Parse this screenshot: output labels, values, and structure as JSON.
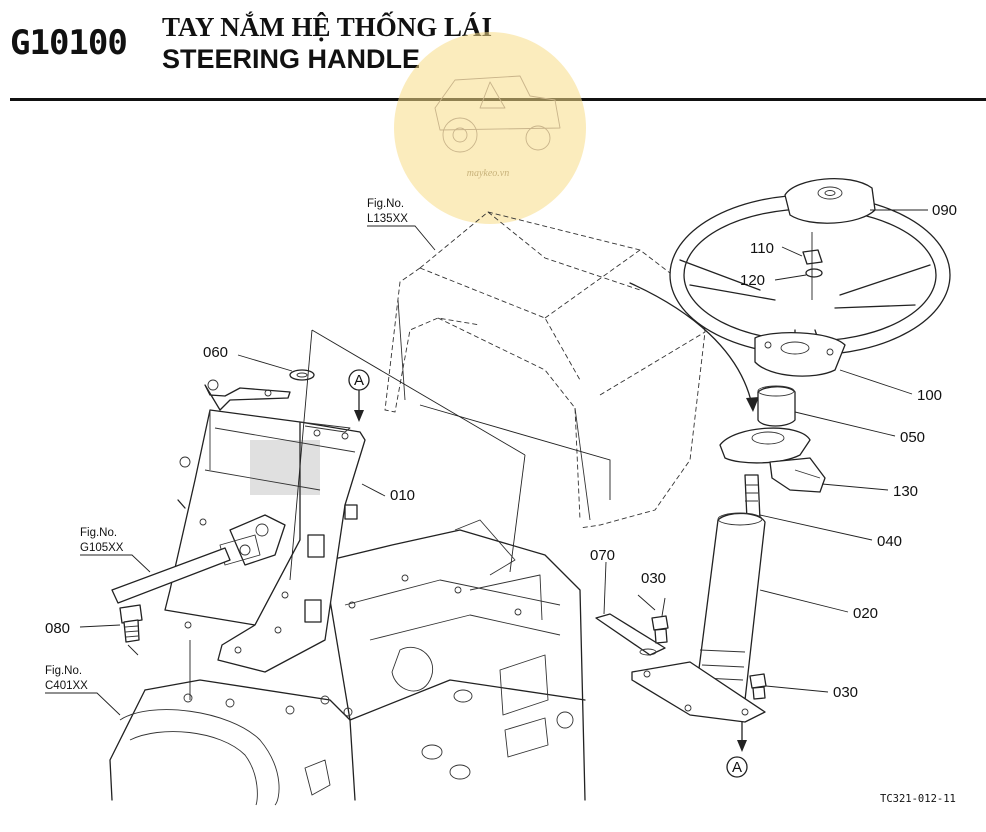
{
  "header": {
    "code": "G10100",
    "title_vi": "TAY NẮM HỆ THỐNG LÁI",
    "title_en": "STEERING HANDLE"
  },
  "watermark": {
    "text": "maykeo.vn",
    "color": "#f5d97a"
  },
  "figure_refs": [
    {
      "line1": "Fig.No.",
      "line2": "L135XX"
    },
    {
      "line1": "Fig.No.",
      "line2": "G105XX"
    },
    {
      "line1": "Fig.No.",
      "line2": "C401XX"
    }
  ],
  "callouts": [
    "090",
    "110",
    "120",
    "100",
    "050",
    "130",
    "040",
    "020",
    "030",
    "030",
    "060",
    "010",
    "070",
    "080"
  ],
  "markers": [
    "A",
    "A"
  ],
  "caption": "TC321-012-11"
}
